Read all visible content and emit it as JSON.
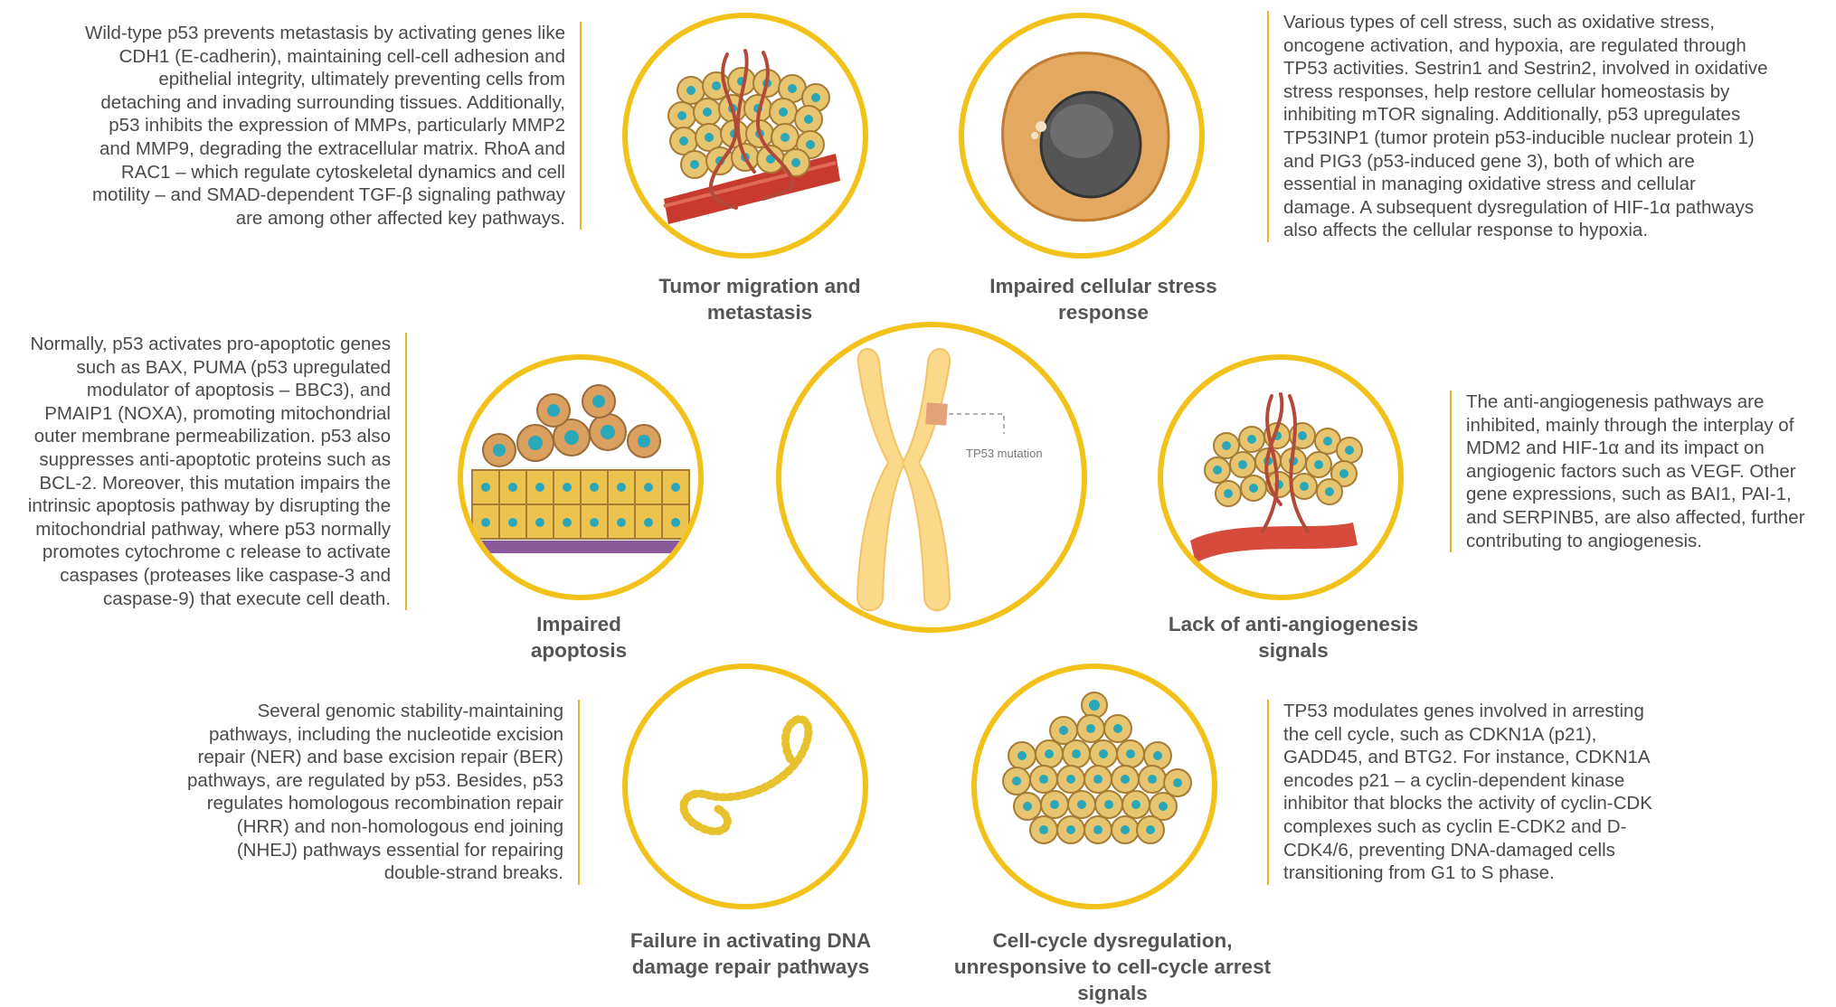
{
  "center": {
    "label": "TP53 mutation"
  },
  "panels": [
    {
      "id": "metastasis",
      "caption": "Tumor migration and metastasis",
      "caption_lines": [
        "Tumor migration and",
        "metastasis"
      ],
      "text": "Wild-type p53 prevents metastasis by activating genes like CDH1 (E-cadherin), maintaining cell-cell adhesion and epithelial integrity, ultimately preventing cells from detaching and invading surrounding tissues. Additionally, p53 inhibits the expression of MMPs, particularly MMP2 and MMP9, degrading the extracellular matrix. RhoA and RAC1 – which regulate cytoskeletal dynamics and cell motility – and SMAD-dependent TGF-β signaling pathway are among other affected key pathways.",
      "lines": [
        "Wild-type p53 prevents metastasis by activating genes like",
        "CDH1 (E-cadherin), maintaining cell-cell adhesion and",
        "epithelial integrity, ultimately preventing cells from",
        "detaching and invading surrounding tissues. Additionally,",
        "p53 inhibits the expression of MMPs, particularly MMP2",
        "and MMP9, degrading the extracellular matrix. RhoA and",
        "RAC1 – which regulate cytoskeletal dynamics and cell",
        "motility – and SMAD-dependent TGF-β signaling pathway",
        "are among other affected key pathways."
      ]
    },
    {
      "id": "stress",
      "caption": "Impaired cellular stress response",
      "caption_lines": [
        "Impaired cellular stress",
        "response"
      ],
      "text": "Various types of cell stress, such as oxidative stress, oncogene activation, and hypoxia, are regulated through TP53 activities. Sestrin1 and Sestrin2, involved in oxidative stress responses, help restore cellular homeostasis by inhibiting mTOR signaling. Additionally, p53 upregulates TP53INP1 (tumor protein p53-inducible nuclear protein 1) and PIG3 (p53-induced gene 3), both of which are essential in managing oxidative stress and cellular damage. A subsequent dysregulation of HIF-1α pathways also affects the cellular response to hypoxia.",
      "lines": [
        "Various types of cell stress, such as oxidative stress,",
        "oncogene activation, and hypoxia, are regulated through",
        "TP53 activities. Sestrin1 and Sestrin2, involved in oxidative",
        "stress responses, help restore cellular homeostasis by",
        "inhibiting mTOR signaling. Additionally, p53 upregulates",
        "TP53INP1 (tumor protein p53-inducible nuclear protein 1)",
        "and PIG3 (p53-induced gene 3), both of which are",
        "essential in managing oxidative stress and cellular",
        "damage. A subsequent dysregulation of HIF-1α pathways",
        "also affects the cellular response to hypoxia."
      ]
    },
    {
      "id": "apoptosis",
      "caption": "Impaired apoptosis",
      "caption_lines": [
        "Impaired",
        "apoptosis"
      ],
      "text": "Normally, p53 activates pro-apoptotic genes such as BAX, PUMA (p53 upregulated modulator of apoptosis – BBC3), and PMAIP1 (NOXA), promoting mitochondrial outer membrane permeabilization. p53 also suppresses anti-apoptotic proteins such as BCL-2. Moreover, this mutation impairs the intrinsic apoptosis pathway by disrupting the mitochondrial pathway, where p53 normally promotes cytochrome c release to activate caspases (proteases like caspase-3 and caspase-9) that execute cell death.",
      "lines": [
        "Normally, p53 activates pro-apoptotic genes",
        "such as BAX, PUMA (p53 upregulated",
        "modulator of apoptosis – BBC3), and",
        "PMAIP1 (NOXA), promoting mitochondrial",
        "outer membrane permeabilization. p53 also",
        "suppresses anti-apoptotic proteins such as",
        "BCL-2. Moreover, this mutation impairs the",
        "intrinsic apoptosis pathway by disrupting the",
        "mitochondrial pathway, where p53 normally",
        "promotes cytochrome c release to activate",
        "caspases (proteases like caspase-3 and",
        "caspase-9) that execute cell death."
      ]
    },
    {
      "id": "angiogenesis",
      "caption": "Lack of anti-angiogenesis signals",
      "caption_lines": [
        "Lack of anti-angiogenesis",
        "signals"
      ],
      "text": "The anti-angiogenesis pathways are inhibited, mainly through the interplay of MDM2 and HIF-1α and its impact on angiogenic factors such as VEGF. Other gene expressions, such as BAI1, PAI-1, and SERPINB5, are also affected, further contributing to angiogenesis.",
      "lines": [
        "The anti-angiogenesis pathways are",
        "inhibited, mainly through the interplay of",
        "MDM2 and HIF-1α and its impact on",
        "angiogenic factors such as VEGF. Other",
        "gene expressions, such as BAI1, PAI-1,",
        "and SERPINB5, are also affected, further",
        "contributing to angiogenesis."
      ]
    },
    {
      "id": "dna",
      "caption": "Failure in activating DNA damage repair pathways",
      "caption_lines": [
        "Failure in activating DNA",
        "damage repair pathways"
      ],
      "text": "Several genomic stability-maintaining pathways, including the nucleotide excision repair (NER) and base excision repair (BER) pathways, are regulated by p53. Besides, p53 regulates homologous recombination repair (HRR) and non-homologous end joining (NHEJ) pathways essential for repairing double-strand breaks.",
      "lines": [
        "Several genomic stability-maintaining",
        "pathways, including the nucleotide excision",
        "repair (NER) and base excision repair (BER)",
        "pathways, are regulated by p53. Besides, p53",
        "regulates homologous recombination repair",
        "(HRR) and non-homologous end joining",
        "(NHEJ) pathways essential for repairing",
        "double-strand breaks."
      ]
    },
    {
      "id": "cellcycle",
      "caption": "Cell-cycle dysregulation, unresponsive to cell-cycle arrest signals",
      "caption_lines": [
        "Cell-cycle dysregulation,",
        "unresponsive to cell-cycle arrest",
        "signals"
      ],
      "text": "TP53 modulates genes involved in arresting the cell cycle, such as CDKN1A (p21), GADD45, and BTG2. For instance, CDKN1A encodes p21 – a cyclin-dependent kinase inhibitor that blocks the activity of cyclin-CDK complexes such as cyclin E-CDK2 and D-CDK4/6, preventing DNA-damaged cells transitioning from G1 to S phase.",
      "lines": [
        "TP53 modulates genes involved in arresting",
        "the cell cycle, such as CDKN1A (p21),",
        "GADD45, and BTG2. For instance, CDKN1A",
        "encodes p21 – a cyclin-dependent kinase",
        "inhibitor that blocks the activity of cyclin-CDK",
        "complexes such as cyclin E-CDK2 and D-",
        "CDK4/6, preventing DNA-damaged cells",
        "transitioning from G1 to S phase."
      ]
    }
  ]
}
